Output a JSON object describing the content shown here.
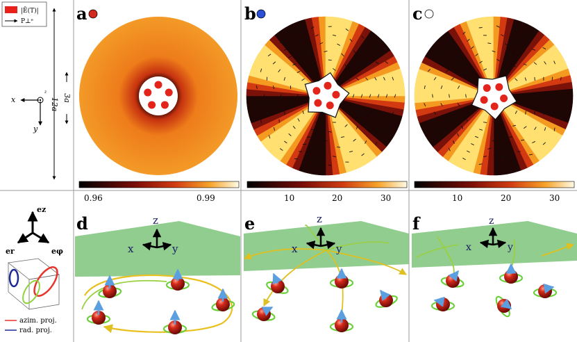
{
  "legend": {
    "field_label": "|Ē(T)|",
    "polarization_label": "P⊥ᵉ"
  },
  "side": {
    "axis_x": "x",
    "axis_y": "y",
    "axis_z": "z",
    "size_outer": "12a",
    "size_inner": "3a"
  },
  "basis": {
    "ez": "ez",
    "er": "er",
    "ephi": "eφ",
    "azim_label": "azim. proj.",
    "rad_label": "rad. proj."
  },
  "panels": {
    "a": {
      "letter": "a",
      "marker_color": "#d42a1e"
    },
    "b": {
      "letter": "b",
      "marker_color": "#2b4fd6"
    },
    "c": {
      "letter": "c",
      "marker_color": "#ffffff"
    },
    "d": {
      "letter": "d"
    },
    "e": {
      "letter": "e"
    },
    "f": {
      "letter": "f"
    }
  },
  "colorbars": [
    {
      "ticks": [
        "0.96",
        "0.99"
      ]
    },
    {
      "ticks": [
        "10",
        "20",
        "30"
      ]
    },
    {
      "ticks": [
        "10",
        "20",
        "30"
      ]
    }
  ],
  "axes3d": {
    "x": "x",
    "y": "y",
    "z": "z"
  },
  "colors": {
    "orange": "#f19020",
    "plane": "#7cc47a",
    "sphere": "#d52a1a",
    "azim": "#e8342a",
    "rad": "#1c2a96"
  }
}
